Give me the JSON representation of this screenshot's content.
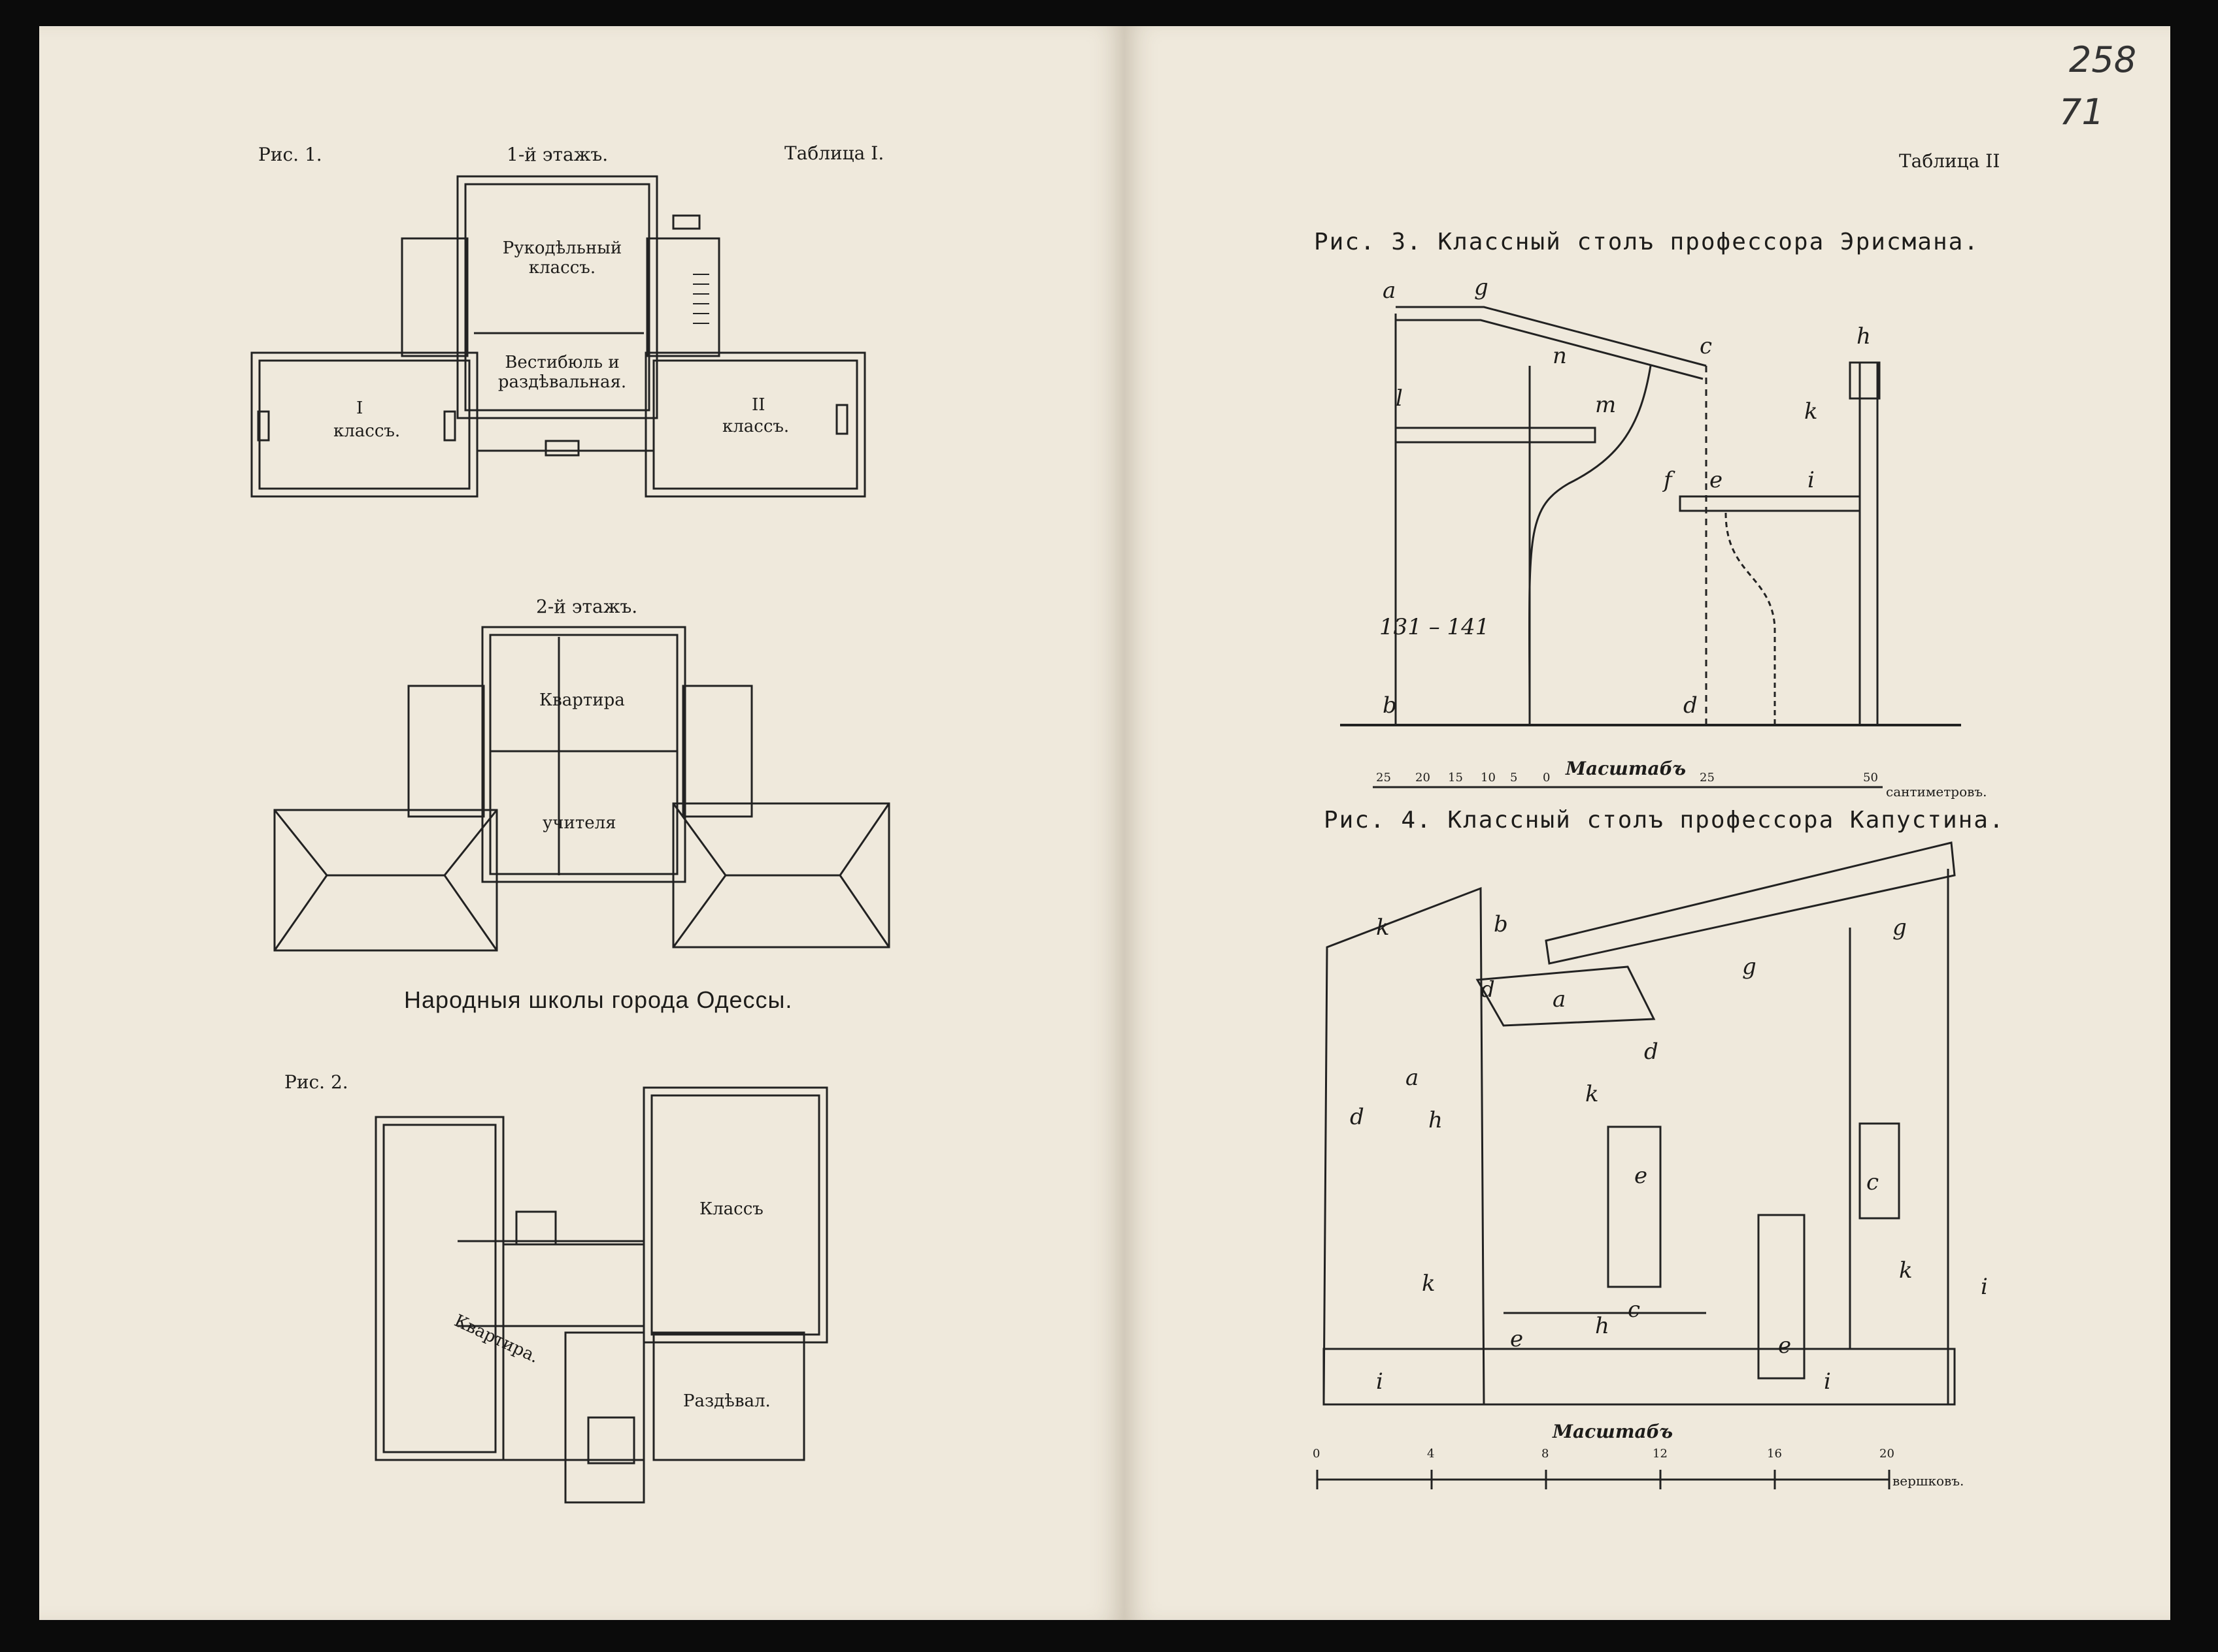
{
  "handwritten": {
    "folio": "258",
    "sheet": "71"
  },
  "left_page": {
    "fig1_label": "Рис. 1.",
    "floor1_title": "1-й этажъ.",
    "table_label": "Таблица I.",
    "floor1_rooms": {
      "needlework": "Рукодѣльный классъ.",
      "vestibule": "Вестибюль и раздѣвальная.",
      "class1_num": "I",
      "class1_word": "классъ.",
      "class2_num": "II",
      "class2_word": "классъ."
    },
    "floor2_title": "2-й этажъ.",
    "floor2_rooms": {
      "apartment": "Квартира",
      "teacher": "учителя"
    },
    "caption": "Народныя школы города Одессы.",
    "fig2_label": "Рис. 2.",
    "fig2_rooms": {
      "classroom": "Классъ",
      "apartment": "Квартира.",
      "cloakroom": "Раздѣвал."
    }
  },
  "right_page": {
    "table_label": "Таблица II",
    "fig3_caption": "Рис. 3. Классный столъ профессора Эрисмана.",
    "fig3_letters": [
      "a",
      "g",
      "n",
      "c",
      "h",
      "l",
      "m",
      "k",
      "f",
      "e",
      "i",
      "b",
      "d"
    ],
    "fig3_dimension": "131 – 141",
    "scale1_title": "Масштабъ",
    "scale1_ticks": [
      "25",
      "20",
      "15",
      "10",
      "5",
      "0",
      "25",
      "50"
    ],
    "scale1_unit": "сантиметровъ.",
    "fig4_caption": "Рис. 4. Классный столъ профессора Капустина.",
    "fig4_letters": [
      "k",
      "b",
      "g",
      "g",
      "d",
      "a",
      "d",
      "a",
      "h",
      "k",
      "d",
      "e",
      "c",
      "k",
      "i",
      "k",
      "e",
      "c",
      "h",
      "e",
      "i",
      "i"
    ],
    "scale2_title": "Масштабъ",
    "scale2_ticks": [
      "0",
      "4",
      "8",
      "12",
      "16",
      "20"
    ],
    "scale2_unit": "вершковъ."
  }
}
